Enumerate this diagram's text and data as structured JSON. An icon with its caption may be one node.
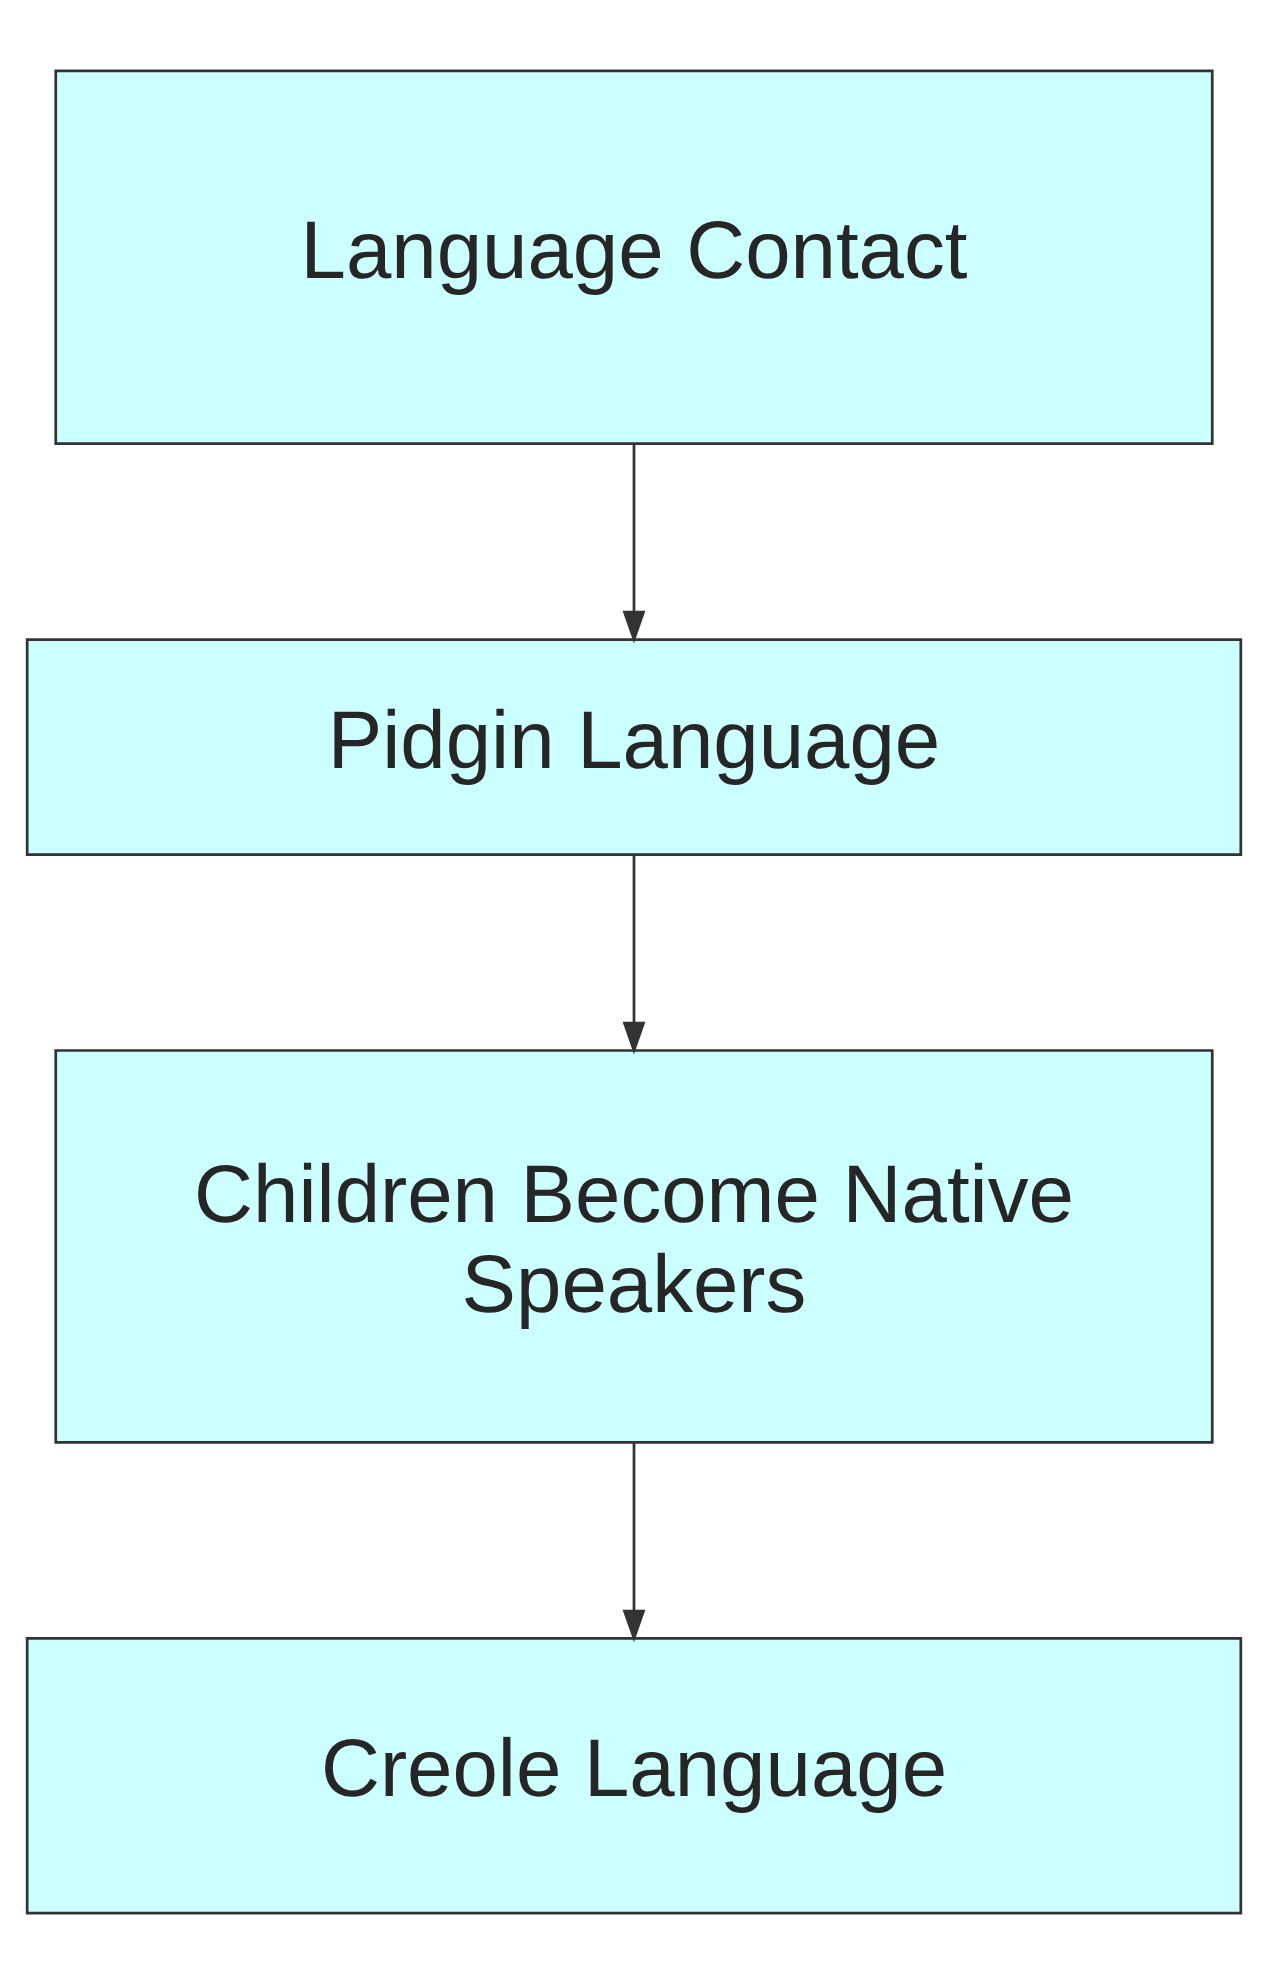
{
  "diagram": {
    "nodes": [
      {
        "text": [
          "Language Contact"
        ]
      },
      {
        "text": [
          "Pidgin Language"
        ]
      },
      {
        "text": [
          "Children Become Native Speakers"
        ]
      },
      {
        "text": [
          "Creole Language"
        ]
      }
    ],
    "edges": [
      {
        "from": 0,
        "to": 1,
        "arrow": "to"
      },
      {
        "from": 1,
        "to": 2,
        "arrow": "to"
      },
      {
        "from": 2,
        "to": 3,
        "arrow": "to"
      }
    ]
  }
}
